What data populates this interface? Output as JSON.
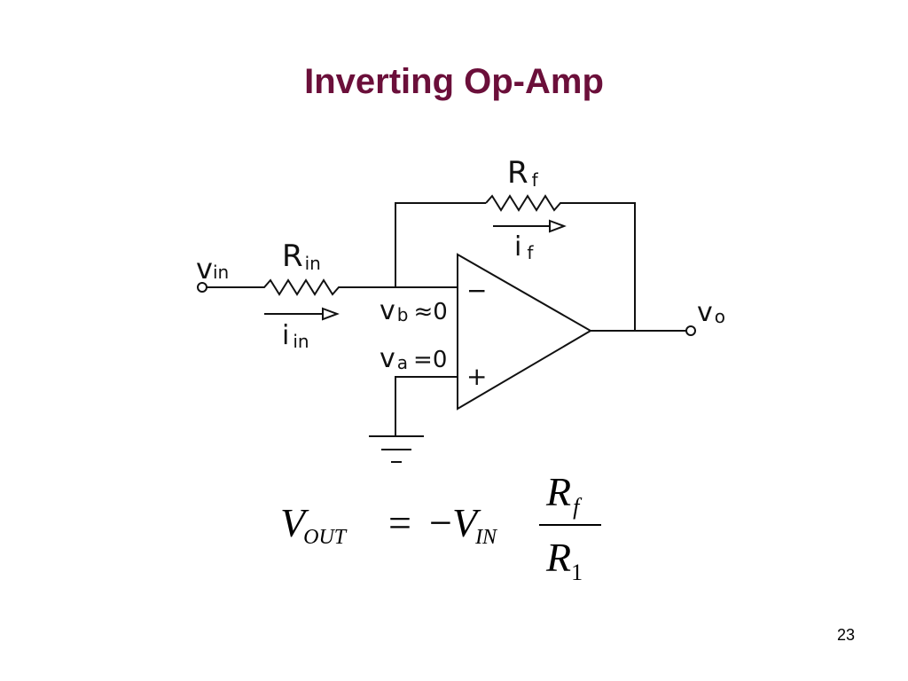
{
  "slide": {
    "title": "Inverting Op-Amp",
    "page_number": "23"
  },
  "circuit": {
    "labels": {
      "rf": "R",
      "rf_sub": "f",
      "if": "i",
      "if_sub": "f",
      "rin": "R",
      "rin_sub": "in",
      "vin": "v",
      "vin_sub": "in",
      "iin": "i",
      "iin_sub": "in",
      "vb": "v",
      "vb_sub": "b",
      "vb_eq": "≈0",
      "va": "v",
      "va_sub": "a",
      "va_eq": "=0",
      "vo": "v",
      "vo_sub": "o",
      "minus": "−",
      "plus": "+"
    }
  },
  "formula": {
    "lhs": "V",
    "lhs_sub": "OUT",
    "equals": "=",
    "neg": "−",
    "rhs": "V",
    "rhs_sub": "IN",
    "num": "R",
    "num_sub": "f",
    "den": "R",
    "den_sub": "1"
  }
}
